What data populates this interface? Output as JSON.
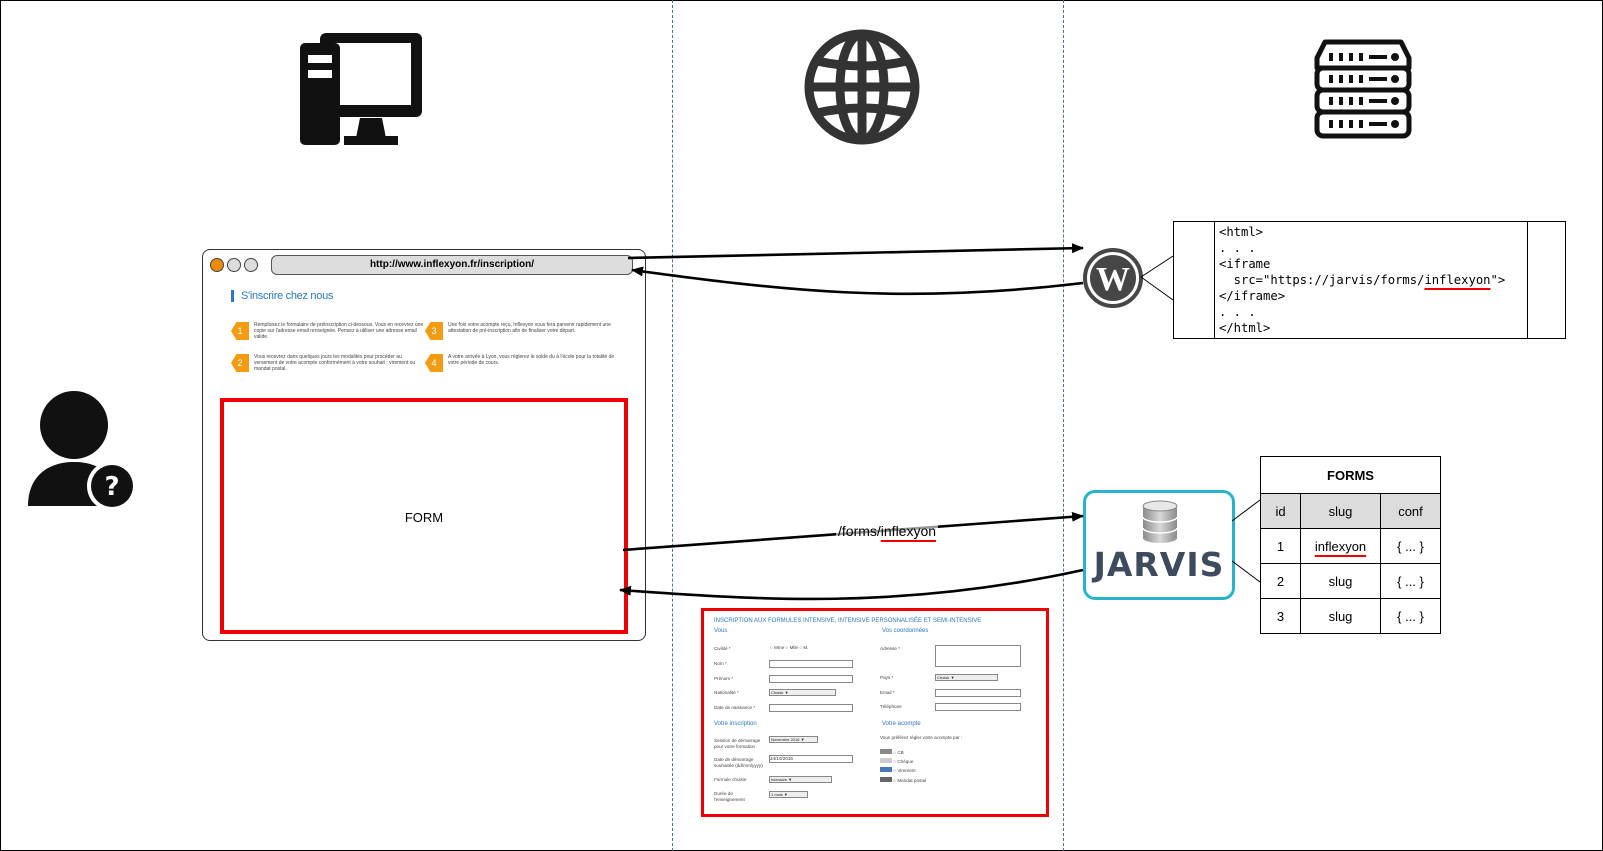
{
  "browser": {
    "url": "http://www.inflexyon.fr/inscription/",
    "page_heading": "S'inscrire chez nous",
    "steps": [
      {
        "num": "1",
        "text": "Remplissez le formulaire de préinscription ci-dessous. Vous en recevrez une copie sur l'adresse email renseignée. Pensez à utiliser une adresse email valide."
      },
      {
        "num": "2",
        "text": "Vous recevrez dans quelques jours les modalités pour procéder au versement de votre acompte conformément à votre souhait : virement ou mandat postal."
      },
      {
        "num": "3",
        "text": "Une fois votre acompte reçu, Inflexyon vous fera parvenir rapidement une attestation de pré-inscription afin de finaliser votre départ."
      },
      {
        "num": "4",
        "text": "A votre arrivée à Lyon, vous réglerez le solde du à l'école pour la totalité de votre période de cours."
      }
    ],
    "form_label": "FORM"
  },
  "code": {
    "lines": [
      "<html>",
      ". . .",
      "<iframe",
      "  src=\"https://jarvis/forms/",
      "\">",
      "</iframe>",
      ". . .",
      "</html>"
    ],
    "slug": "inflexyon"
  },
  "request_path": {
    "prefix": "/forms/",
    "slug": "inflexyon"
  },
  "jarvis": {
    "label": "JARVIS"
  },
  "forms_table": {
    "title": "FORMS",
    "headers": [
      "id",
      "slug",
      "conf"
    ],
    "rows": [
      [
        "1",
        "inflexyon",
        "{ ... }"
      ],
      [
        "2",
        "slug",
        "{ ... }"
      ],
      [
        "3",
        "slug",
        "{ ... }"
      ]
    ]
  },
  "form_screenshot": {
    "title": "INSCRIPTION AUX FORMULES INTENSIVE, INTENSIVE PERSONNALISÉE ET SEMI-INTENSIVE",
    "vous": "Vous",
    "coordonnees": "Vos coordonnées",
    "civilite": "Civilité *",
    "civ_options": "Mme ○ Mlle ○ M.",
    "nom": "Nom *",
    "prenom": "Prénom *",
    "nationalite": "Nationalité *",
    "naissance": "Date de naissance *",
    "adresse": "Adresse *",
    "pays": "Pays *",
    "email": "Email *",
    "telephone": "Téléphone",
    "choisir": "Choisir",
    "inscription": "Votre inscription",
    "acompte": "Votre acompte",
    "session": "Session de démarrage pour votre formation",
    "session_val": "Novembre 2016",
    "date_demarrage": "Date de démarrage souhaitée (dd/mm/yyyy)",
    "date_val": "24/10/2016",
    "formule": "Formule choisie",
    "formule_val": "Intensive",
    "duree": "Durée de l'enseignement",
    "duree_val": "1 mois",
    "acompte_q": "Vous préférez régler votre acompte par :",
    "pay_options": [
      "CB",
      "Chèque",
      "Virement",
      "Mandat postal"
    ]
  },
  "colors": {
    "accent_red": "#e00000",
    "jarvis_border": "#27b3cc",
    "link_blue": "#2a79c7",
    "step_orange": "#f39c12"
  }
}
